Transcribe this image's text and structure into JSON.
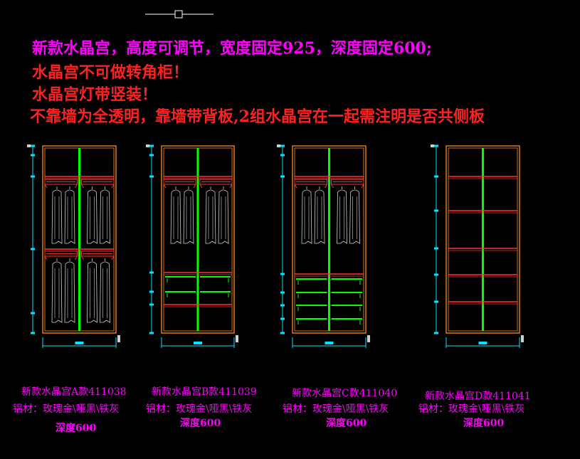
{
  "notes": [
    "新款水晶宫，高度可调节，宽度固定925，深度固定600;",
    "水晶宫不可做转角柜！",
    "水晶宫灯带竖装！",
    "不靠墙为全透明，靠墙带背板,2组水晶宫在一起需注明是否共侧板"
  ],
  "colors": {
    "frame": "#ff8c1a",
    "shelf": "#ff3030",
    "divider": "#00ff00",
    "dimension": "#00e5ff",
    "caption": "#ff00ff",
    "garment": "#cfcfcf"
  },
  "models": [
    {
      "name": "新款水晶宫A款411038",
      "material": "铝材：玫瑰金\\哑黑\\铁灰",
      "depth": "深度600"
    },
    {
      "name": "新款水晶宫B款411039",
      "material": "铝材：玫瑰金\\哑黑\\铁灰",
      "depth": "深度600"
    },
    {
      "name": "新款水晶宫C款411040",
      "material": "铝材：玫瑰金\\哑黑\\铁灰",
      "depth": "深度600"
    },
    {
      "name": "新款水晶宫D款411041",
      "material": "铝材：玫瑰金\\哑黑\\铁灰",
      "depth": "深度600"
    }
  ]
}
